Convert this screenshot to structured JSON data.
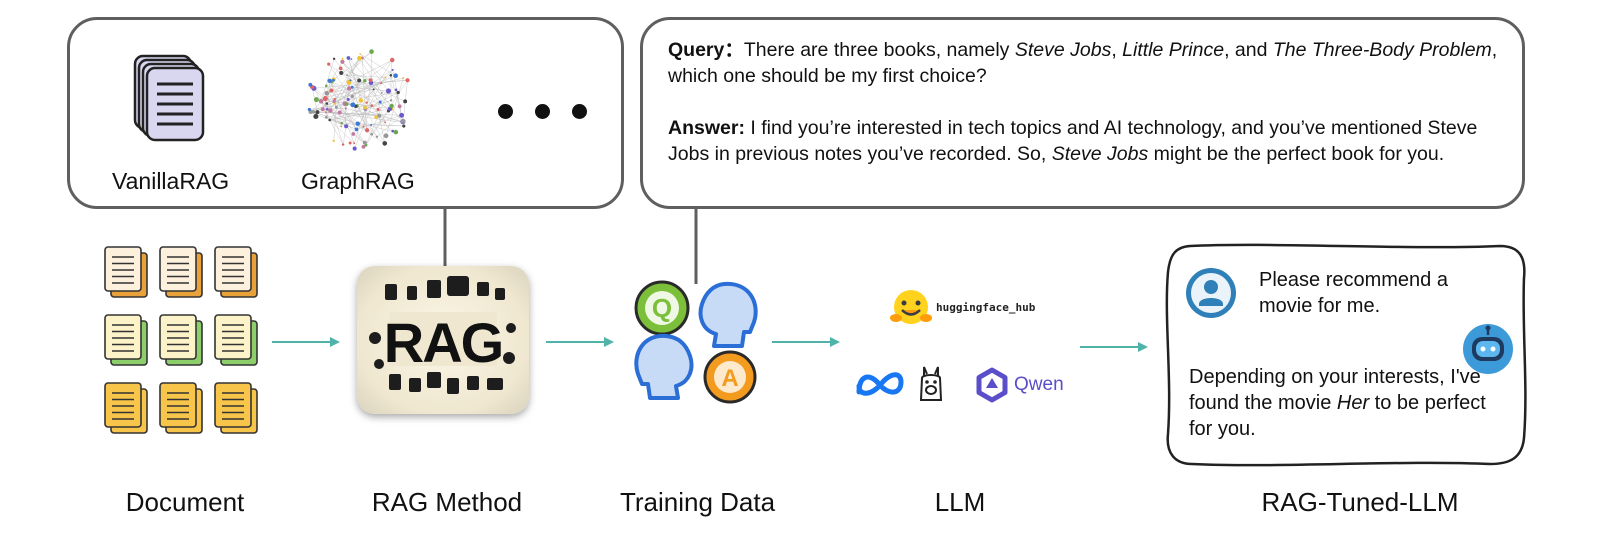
{
  "methods_panel": {
    "items": [
      {
        "label": "VanillaRAG"
      },
      {
        "label": "GraphRAG"
      }
    ]
  },
  "qa_panel": {
    "query_label": "Query：",
    "query_text_1": "There are three books, namely ",
    "book_1": "Steve Jobs",
    "sep_1": ", ",
    "book_2": "Little Prince",
    "sep_2": ", and ",
    "book_3": "The Three-Body Problem",
    "query_text_2": ", which one should be my first choice?",
    "answer_label": "Answer:",
    "answer_text_1": " I find you’re interested in tech topics and AI technology, and you’ve mentioned Steve Jobs in previous notes you’ve recorded. So, ",
    "answer_book": "Steve Jobs",
    "answer_text_2": " might be the perfect book for you."
  },
  "rag_icon_text": "RAG",
  "training_icons": {
    "q_letter": "Q",
    "a_letter": "A"
  },
  "llm_logos": {
    "huggingface": "huggingface_hub",
    "qwen": "Qwen"
  },
  "chat_bubble": {
    "user_message": "Please recommend a movie for me.",
    "bot_message_1": "Depending on your interests, I've found the movie ",
    "bot_movie": "Her",
    "bot_message_2": " to be perfect for you."
  },
  "stage_labels": {
    "document": "Document",
    "rag_method": "RAG Method",
    "training_data": "Training Data",
    "llm": "LLM",
    "rag_tuned_llm": "RAG-Tuned-LLM"
  },
  "colors": {
    "arrow": "#4fb3a9",
    "panel_border": "#5f5f5f",
    "doc_orange": "#e9a23a",
    "doc_green": "#8ccf6a",
    "doc_yellow": "#f7c54a",
    "q_green": "#7cbf3a",
    "a_orange": "#f39b1f",
    "head_blue": "#2b6fd6",
    "meta_blue": "#1877f2",
    "qwen_purple": "#5b4ec9"
  }
}
